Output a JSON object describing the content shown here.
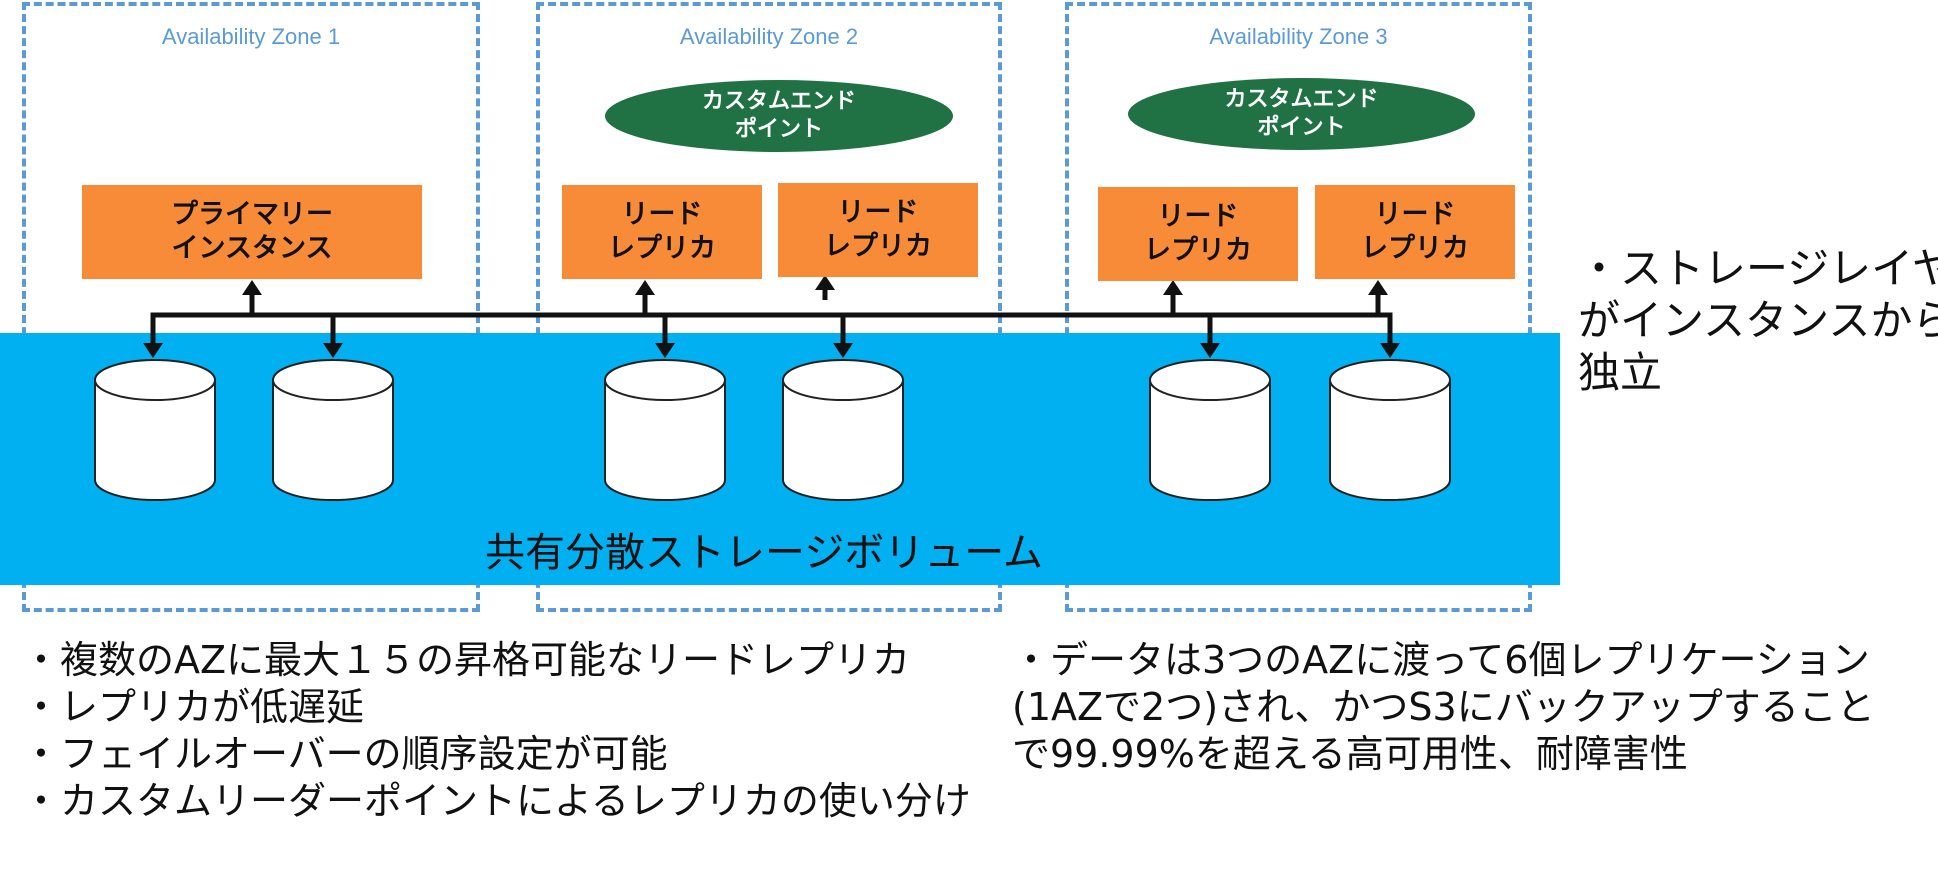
{
  "zones": [
    {
      "label": "Availability Zone 1"
    },
    {
      "label": "Availability Zone 2"
    },
    {
      "label": "Availability Zone 3"
    }
  ],
  "endpoints": [
    "カスタムエンド\nポイント",
    "カスタムエンド\nポイント"
  ],
  "instances": {
    "primary": "プライマリー\nインスタンス",
    "replicas": [
      "リード\nレプリカ",
      "リード\nレプリカ",
      "リード\nレプリカ",
      "リード\nレプリカ"
    ]
  },
  "storage": {
    "label": "共有分散ストレージボリューム"
  },
  "side_note": [
    "・ストレージレイヤー",
    "がインスタンスから",
    "独立"
  ],
  "left_notes": [
    "・複数のAZに最大１５の昇格可能なリードレプリカ",
    "・レプリカが低遅延",
    "・フェイルオーバーの順序設定が可能",
    "・カスタムリーダーポイントによるレプリカの使い分け"
  ],
  "right_notes": [
    "・データは3つのAZに渡って6個レプリケーション",
    "(1AZで2つ)され、かつS3にバックアップすること",
    "で99.99%を超える高可用性、耐障害性"
  ],
  "colors": {
    "zone_border": "#5b9bd5",
    "storage": "#00b0f0",
    "instance": "#f88b38",
    "endpoint": "#207244"
  }
}
